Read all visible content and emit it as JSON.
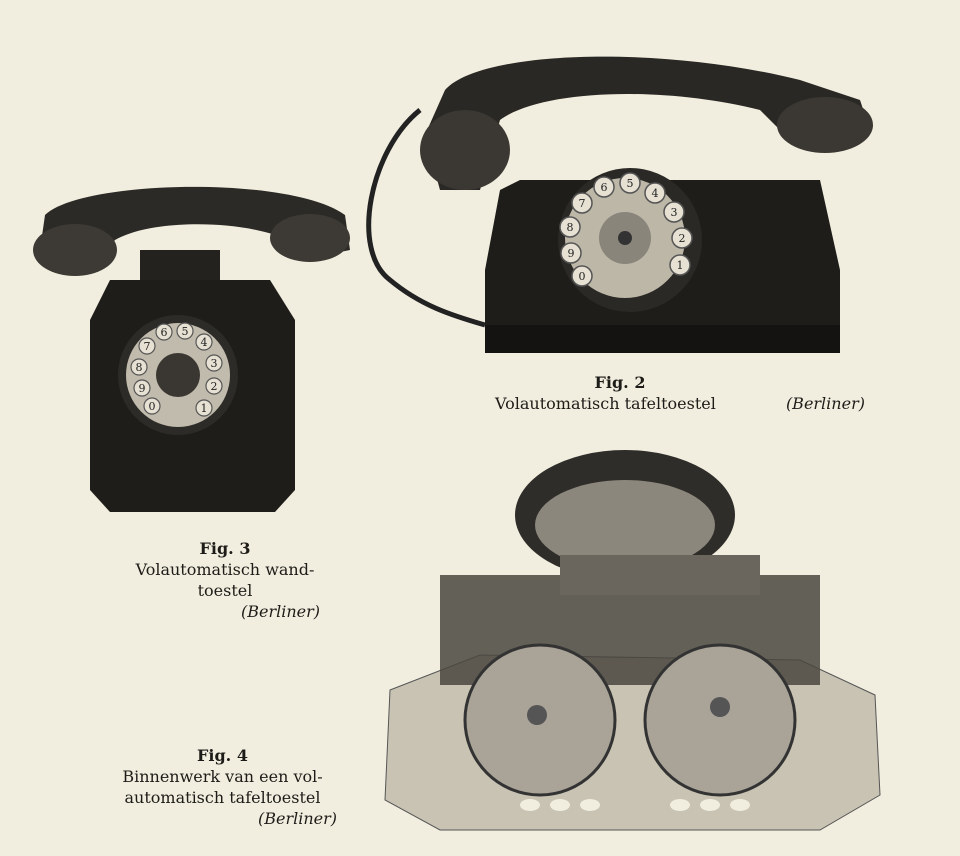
{
  "figures": [
    {
      "number": "Fig. 2",
      "caption": "Volautomatisch tafeltoestel",
      "credit": "(Berliner)"
    },
    {
      "number": "Fig. 3",
      "caption_line1": "Volautomatisch wand-",
      "caption_line2": "toestel",
      "credit": "(Berliner)"
    },
    {
      "number": "Fig. 4",
      "caption_line1": "Binnenwerk van een vol-",
      "caption_line2": "automatisch tafeltoestel",
      "credit": "(Berliner)"
    }
  ],
  "dial_digits": [
    "1",
    "2",
    "3",
    "4",
    "5",
    "6",
    "7",
    "8",
    "9",
    "0"
  ]
}
